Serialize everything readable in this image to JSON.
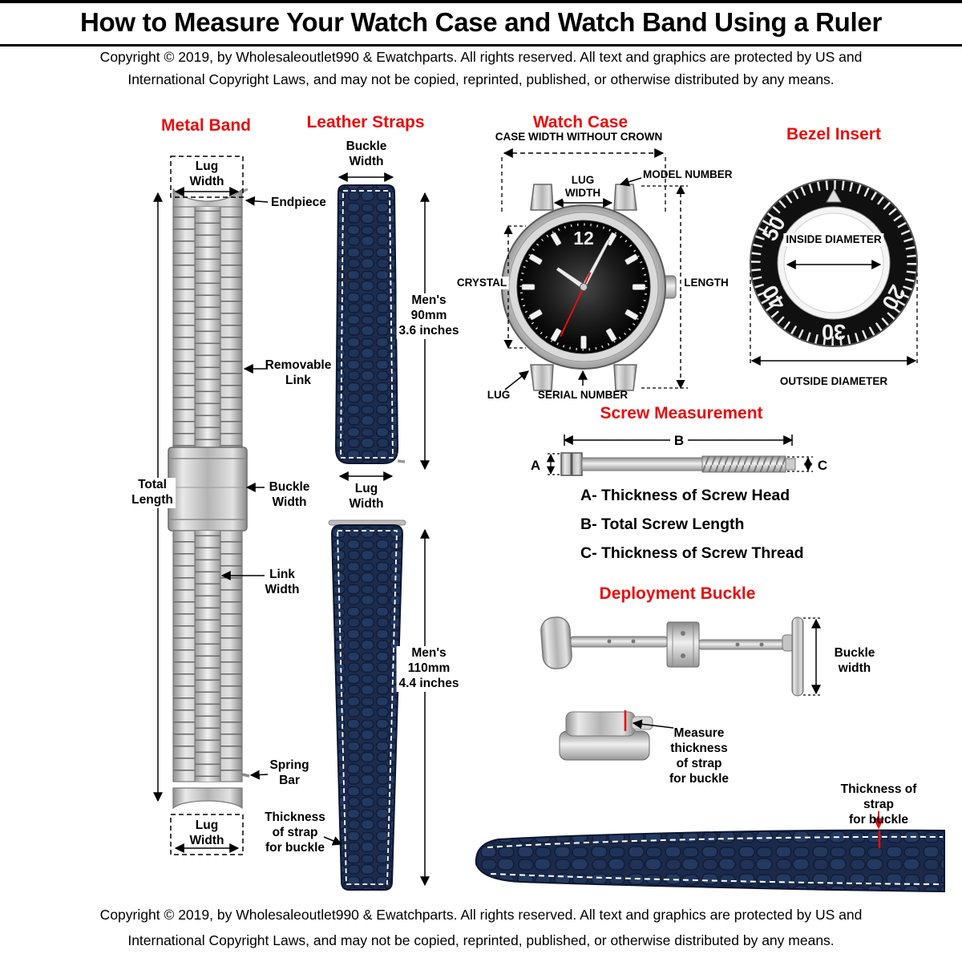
{
  "header": {
    "title": "How to Measure Your Watch Case and Watch Band Using a Ruler",
    "copyright_line1": "Copyright  © 2019, by Wholesaleoutlet990 & Ewatchparts. All rights reserved. All text and graphics are protected by US and",
    "copyright_line2": "International Copyright Laws, and may not be copied, reprinted, published, or otherwise distributed by any  means."
  },
  "footer": {
    "copyright_line1": "Copyright  © 2019, by Wholesaleoutlet990 & Ewatchparts. All rights reserved. All text and graphics are protected by US and",
    "copyright_line2": "International Copyright Laws, and may not be copied, reprinted, published, or otherwise distributed by any  means."
  },
  "metal_band": {
    "title": "Metal Band",
    "lug_width_top": "Lug\nWidth",
    "endpiece": "Endpiece",
    "removable_link": "Removable\nLink",
    "total_length": "Total\nLength",
    "buckle_width": "Buckle\nWidth",
    "link_width": "Link\nWidth",
    "spring_bar": "Spring\nBar",
    "lug_width_bottom": "Lug\nWidth"
  },
  "leather_straps": {
    "title": "Leather Straps",
    "buckle_width": "Buckle\nWidth",
    "mens_short": "Men's\n90mm\n3.6 inches",
    "lug_width": "Lug\nWidth",
    "mens_long": "Men's\n110mm\n4.4 inches",
    "thickness": "Thickness\nof strap\nfor buckle"
  },
  "watch_case": {
    "title": "Watch Case",
    "case_width": "CASE WIDTH WITHOUT CROWN",
    "model_number": "MODEL NUMBER",
    "lug_width": "LUG\nWIDTH",
    "crystal": "CRYSTAL",
    "length": "LENGTH",
    "lug": "LUG",
    "serial_number": "SERIAL NUMBER",
    "dial_numeral": "12"
  },
  "bezel_insert": {
    "title": "Bezel Insert",
    "inside_diameter": "INSIDE DIAMETER",
    "outside_diameter": "OUTSIDE DIAMETER",
    "numbers": {
      "n50": "50",
      "n40": "40",
      "n30": "30",
      "n20": "20"
    }
  },
  "screw": {
    "title": "Screw Measurement",
    "mark_a": "A",
    "mark_b": "B",
    "mark_c": "C",
    "legend_a": "A- Thickness of Screw Head",
    "legend_b": "B- Total Screw Length",
    "legend_c": "C- Thickness of Screw Thread"
  },
  "deployment": {
    "title": "Deployment Buckle",
    "buckle_width": "Buckle\nwidth",
    "measure_thickness": "Measure\nthickness\nof strap\nfor buckle"
  },
  "bottom_strap": {
    "thickness": "Thickness of strap\nfor buckle"
  },
  "colors": {
    "accent_red": "#e90d0d",
    "leather_navy": "#1c2c4e",
    "metal_gray": "#c9c9c9"
  }
}
